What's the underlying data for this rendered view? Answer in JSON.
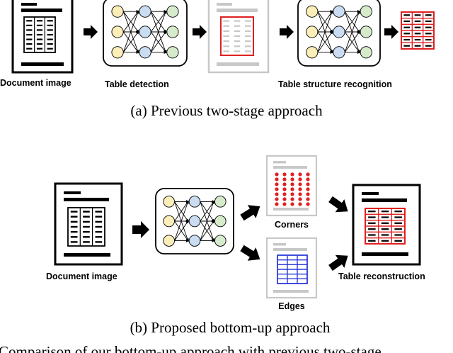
{
  "stage_a": {
    "caption": "(a) Previous two-stage approach",
    "labels": {
      "document_image": "Document image",
      "table_detection": "Table detection",
      "table_structure_recognition": "Table structure recognition"
    }
  },
  "stage_b": {
    "caption": "(b) Proposed bottom-up approach",
    "labels": {
      "document_image": "Document image",
      "corners": "Corners",
      "edges": "Edges",
      "table_reconstruction": "Table reconstruction"
    }
  },
  "figure_caption": "Comparison of our bottom-up approach with previous two-stage",
  "colors": {
    "detection_red": "#e02020",
    "edges_blue": "#2b3bd9",
    "node_yellow": "#fbeeb8",
    "node_blue": "#c9dcf2",
    "node_green": "#d6ebcc",
    "panel_gray": "#bdbdbd",
    "line_gray": "#c8c8c8"
  }
}
